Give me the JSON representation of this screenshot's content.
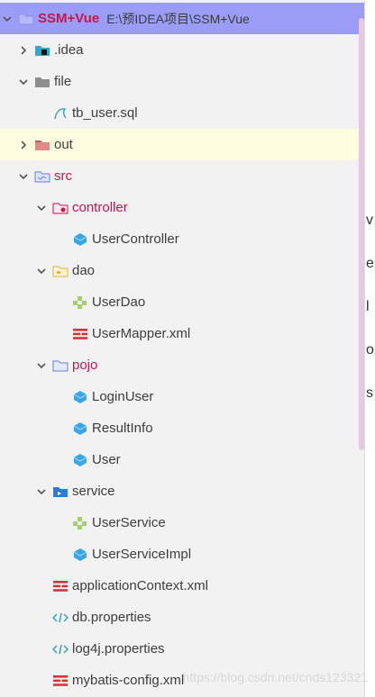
{
  "header": {
    "project": "SSM+Vue",
    "path": "E:\\预IDEA项目\\SSM+Vue"
  },
  "tree": {
    "idea": ".idea",
    "file": "file",
    "tb_user": "tb_user.sql",
    "out": "out",
    "src": "src",
    "controller": "controller",
    "user_controller": "UserController",
    "dao": "dao",
    "user_dao": "UserDao",
    "user_mapper": "UserMapper.xml",
    "pojo": "pojo",
    "login_user": "LoginUser",
    "result_info": "ResultInfo",
    "user": "User",
    "service": "service",
    "user_service": "UserService",
    "user_service_impl": "UserServiceImpl",
    "application_context": "applicationContext.xml",
    "db_properties": "db.properties",
    "log4j_properties": "log4j.properties",
    "mybatis_config": "mybatis-config.xml"
  },
  "edge_letters": [
    "v",
    "e",
    "l",
    "o",
    "s"
  ],
  "watermark": "https://blog.csdn.net/cnds123321",
  "colors": {
    "selected_row": "#9a9cf6",
    "highlight_row": "#fefde0",
    "accent_red": "#c4184a"
  }
}
